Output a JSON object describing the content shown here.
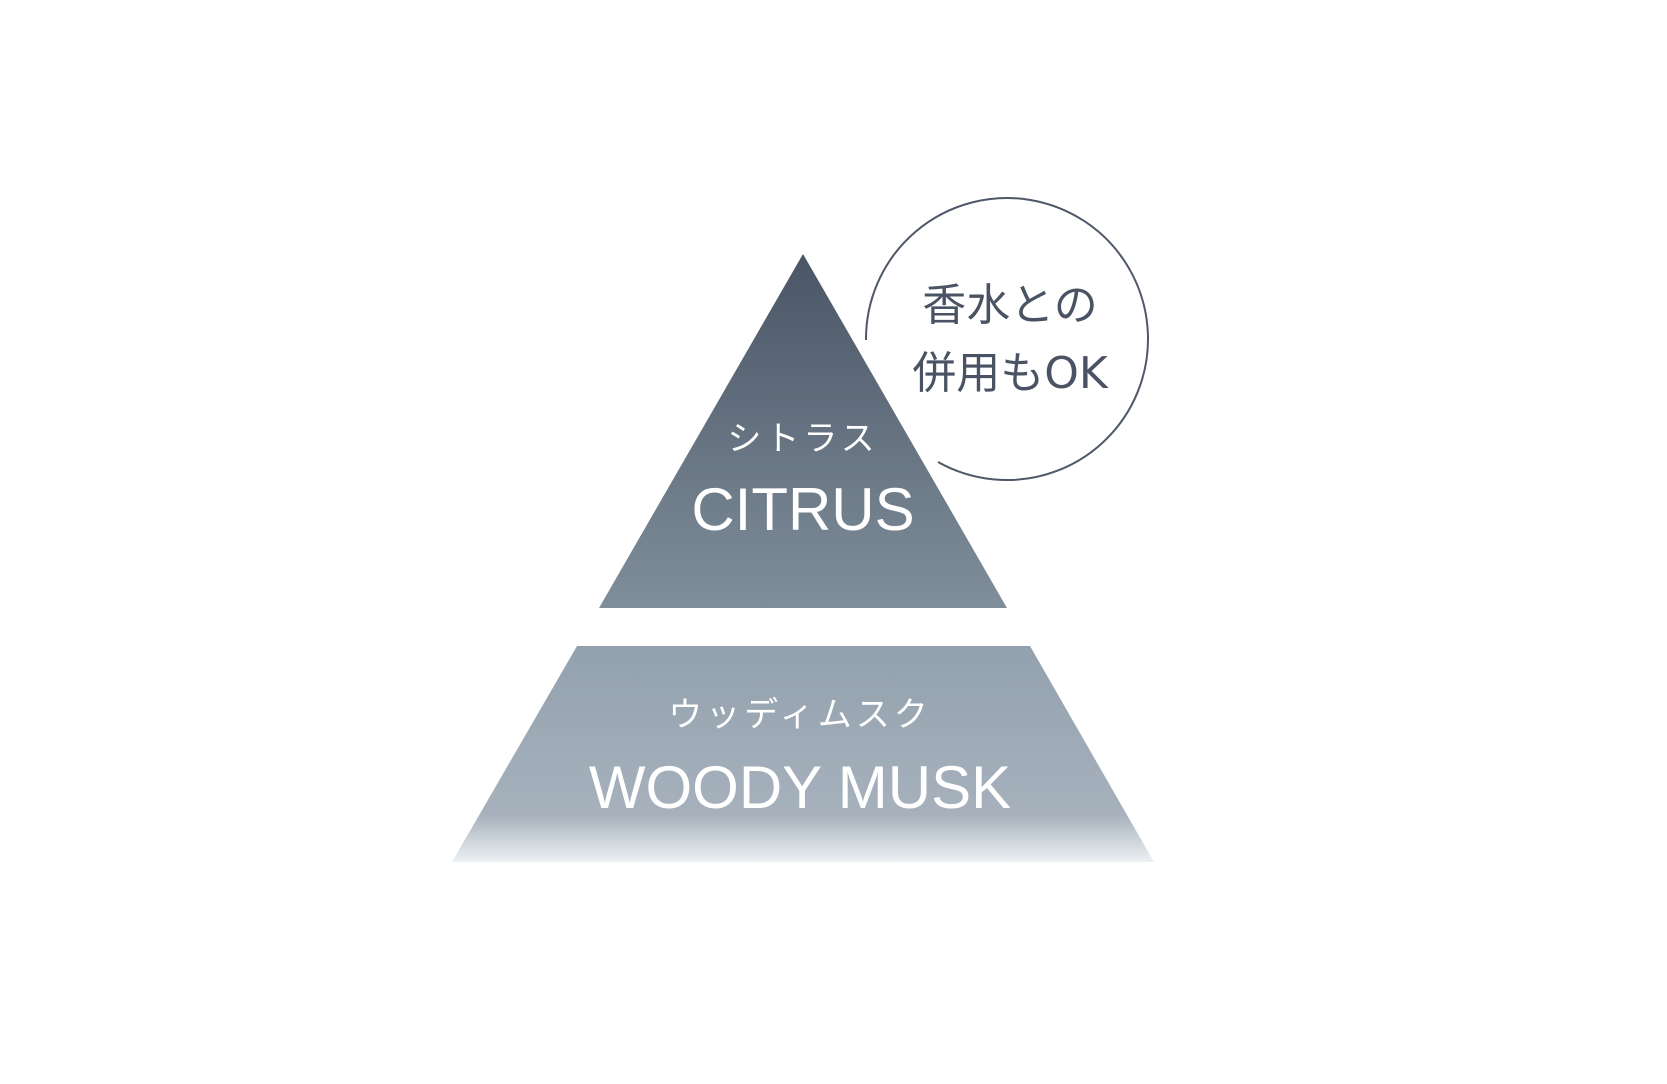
{
  "pyramid": {
    "top_tier": {
      "label_jp": "シトラス",
      "label_en": "CITRUS"
    },
    "bottom_tier": {
      "label_jp": "ウッディムスク",
      "label_en": "WOODY MUSK"
    }
  },
  "callout": {
    "line1": "香水との",
    "line2": "併用もOK"
  },
  "colors": {
    "background": "#ffffff",
    "top_tier_top": "#4a5565",
    "top_tier_bottom": "#808e9b",
    "bottom_tier_top": "#93a1ae",
    "bottom_tier_mid": "#a6b1bc",
    "bottom_tier_fade": "#edf0f3",
    "tier_text": "#ffffff",
    "callout_stroke": "#4f5868",
    "callout_text": "#4a5363"
  }
}
